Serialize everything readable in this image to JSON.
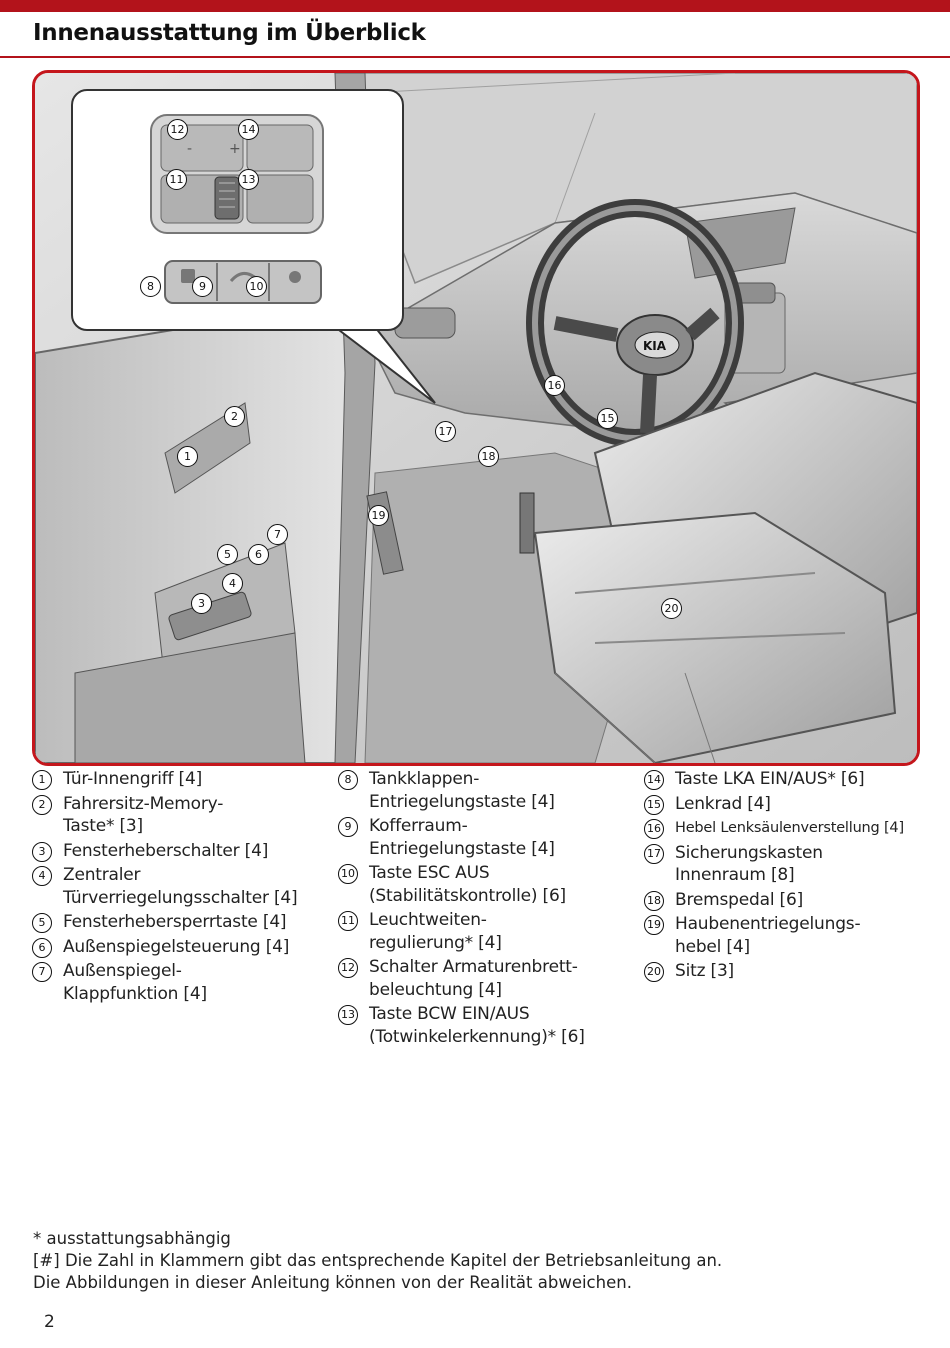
{
  "header": {
    "title": "Innenausstattung im Überblick",
    "accent_color": "#b3131b"
  },
  "figure": {
    "border_color": "#c4161c",
    "callouts": {
      "c1": "1",
      "c2": "2",
      "c3": "3",
      "c4": "4",
      "c5": "5",
      "c6": "6",
      "c7": "7",
      "c8": "8",
      "c9": "9",
      "c10": "10",
      "c11": "11",
      "c12": "12",
      "c13": "13",
      "c14": "14",
      "c15": "15",
      "c16": "16",
      "c17": "17",
      "c18": "18",
      "c19": "19",
      "c20": "20"
    },
    "logo_text": "KIA"
  },
  "legend": {
    "col1": [
      {
        "num": "1",
        "text": "Tür-Innengriff [4]"
      },
      {
        "num": "2",
        "text": "Fahrersitz-Memory-\nTaste* [3]"
      },
      {
        "num": "3",
        "text": "Fensterheberschalter [4]"
      },
      {
        "num": "4",
        "text": "Zentraler\nTürverriegelungsschalter [4]"
      },
      {
        "num": "5",
        "text": "Fensterhebersperrtaste [4]"
      },
      {
        "num": "6",
        "text": "Außenspiegelsteuerung [4]"
      },
      {
        "num": "7",
        "text": "Außenspiegel-\nKlappfunktion [4]"
      }
    ],
    "col2": [
      {
        "num": "8",
        "text": "Tankklappen-\nEntriegelungstaste [4]"
      },
      {
        "num": "9",
        "text": "Kofferraum-\nEntriegelungstaste [4]"
      },
      {
        "num": "10",
        "text": "Taste ESC AUS\n(Stabilitätskontrolle) [6]"
      },
      {
        "num": "11",
        "text": "Leuchtweiten-\nregulierung* [4]"
      },
      {
        "num": "12",
        "text": "Schalter Armaturenbrett-\nbeleuchtung [4]"
      },
      {
        "num": "13",
        "text": "Taste BCW EIN/AUS\n(Totwinkelerkennung)* [6]"
      }
    ],
    "col3": [
      {
        "num": "14",
        "text": "Taste LKA EIN/AUS* [6]"
      },
      {
        "num": "15",
        "text": "Lenkrad [4]"
      },
      {
        "num": "16",
        "text": "Hebel Lenksäulenverstellung [4]"
      },
      {
        "num": "17",
        "text": "Sicherungskasten\nInnenraum [8]"
      },
      {
        "num": "18",
        "text": "Bremspedal [6]"
      },
      {
        "num": "19",
        "text": "Haubenentriegelungs-\nhebel [4]"
      },
      {
        "num": "20",
        "text": "Sitz [3]"
      }
    ]
  },
  "footnotes": {
    "line1": "* ausstattungsabhängig",
    "line2": "[#] Die Zahl in Klammern gibt das entsprechende Kapitel der Betriebsanleitung an.",
    "line3": "Die Abbildungen in dieser Anleitung können von der Realität abweichen."
  },
  "page_number": "2"
}
